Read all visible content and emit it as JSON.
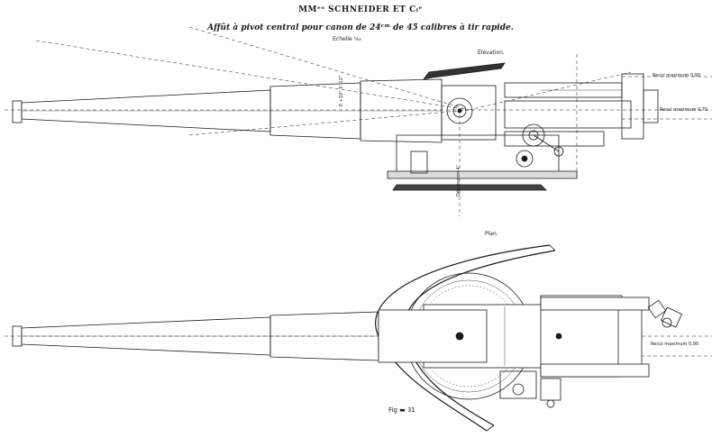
{
  "header": {
    "maker": "MMᵉˢ SCHNEIDER ET Cᵢᵉ",
    "subtitle": "Affût à pivot central pour canon de 24ᶜᵐ de 45 calibres à tir rapide.",
    "scale": "Echelle ¹⁄₆₀"
  },
  "views": {
    "elevation": {
      "label": "Élévation."
    },
    "plan": {
      "label": "Plan."
    }
  },
  "annotations": {
    "recoil_max_top": "Recul maximum 0,90",
    "recoil_short": "Recul maximum 0,70",
    "recoil_max_plan": "Recul maximum 0,90",
    "elev_angle": "E  +10°  5' 12\"",
    "depression": "Dépression 4°",
    "figure": "Fig ▬ 31"
  },
  "colors": {
    "ink": "#1a1a1a",
    "paper": "#ffffff",
    "hatch": "#555555"
  }
}
